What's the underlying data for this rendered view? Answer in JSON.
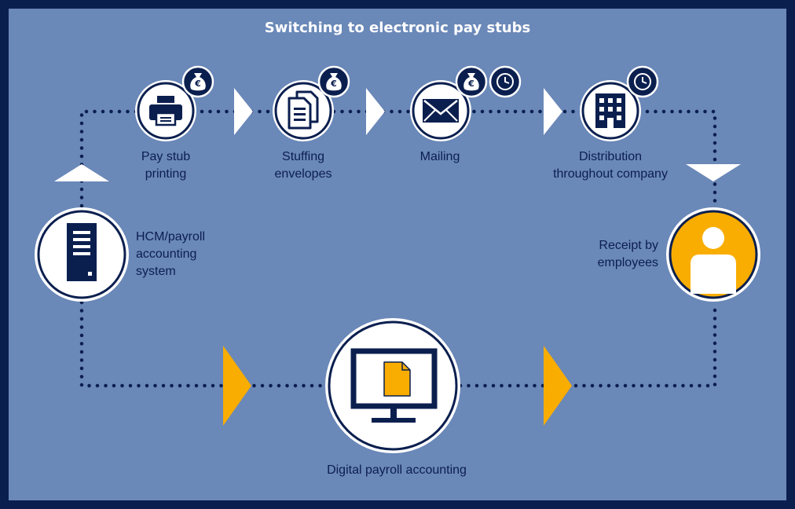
{
  "title": "Switching to electronic pay stubs",
  "nodes": {
    "hcm": {
      "label": "HCM/payroll\naccounting\nsystem",
      "icon": "server-icon"
    },
    "printing": {
      "label": "Pay stub\nprinting",
      "icon": "printer-icon",
      "badges": [
        "euro-money-bag-icon"
      ]
    },
    "stuffing": {
      "label": "Stuffing\nenvelopes",
      "icon": "documents-icon",
      "badges": [
        "euro-money-bag-icon"
      ]
    },
    "mailing": {
      "label": "Mailing",
      "icon": "envelope-icon",
      "badges": [
        "euro-money-bag-icon",
        "clock-icon"
      ]
    },
    "distribution": {
      "label": "Distribution\nthroughout company",
      "icon": "office-building-icon",
      "badges": [
        "clock-icon"
      ]
    },
    "receipt": {
      "label": "Receipt by\nemployees",
      "icon": "employee-icon"
    },
    "digital": {
      "label": "Digital payroll accounting",
      "icon": "monitor-document-icon"
    }
  },
  "badge_symbol": "€",
  "colors": {
    "frame": "#0b1f4f",
    "background": "#6a88b8",
    "navy": "#0b1f4f",
    "accent": "#f9ad00",
    "white": "#ffffff"
  }
}
